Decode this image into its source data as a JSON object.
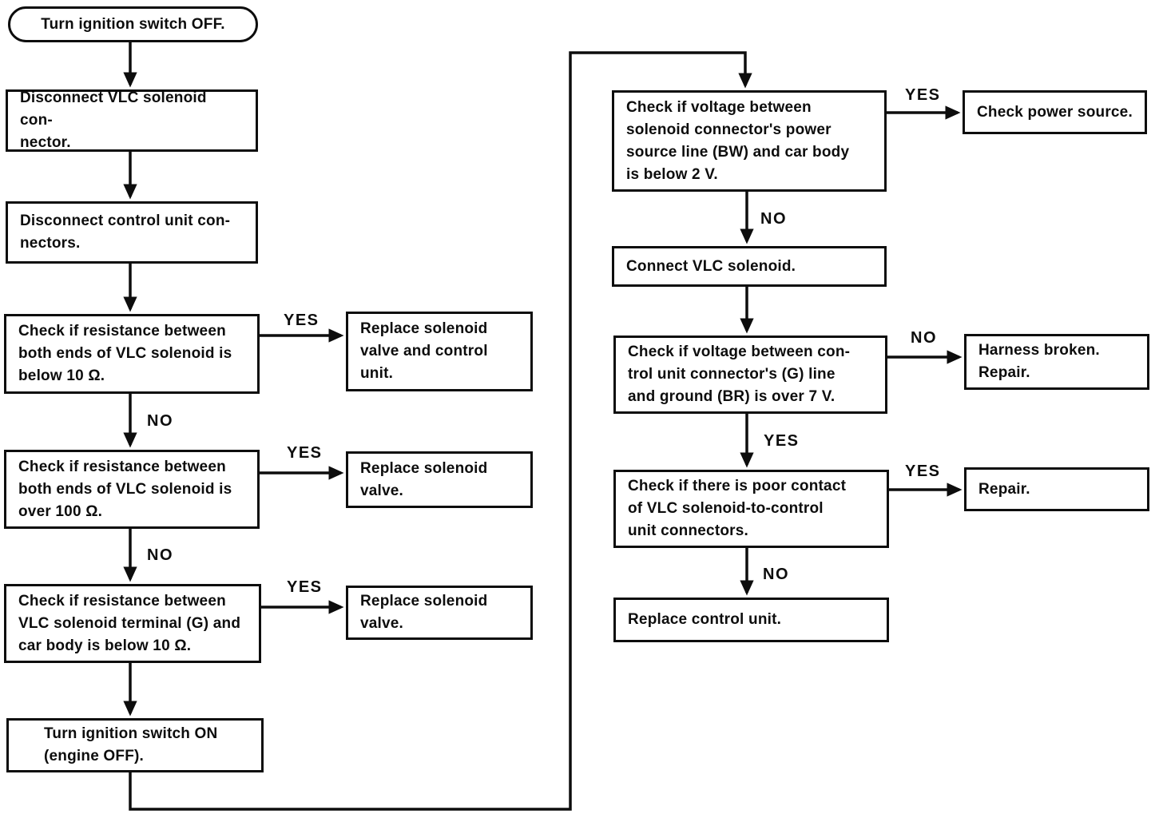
{
  "diagram": {
    "type": "flowchart",
    "colors": {
      "background": "#ffffff",
      "line": "#0d0d0d",
      "text": "#0d0d0d"
    },
    "nodes": [
      {
        "id": "start",
        "shape": "terminator",
        "text": "Turn ignition switch OFF."
      },
      {
        "id": "disconnect-solenoid",
        "shape": "process",
        "text": "Disconnect VLC solenoid con-\nnector."
      },
      {
        "id": "disconnect-control-unit",
        "shape": "process",
        "text": "Disconnect control unit con-\nnectors."
      },
      {
        "id": "check-resistance-below-10",
        "shape": "decision",
        "text": "Check if resistance between\nboth ends of VLC solenoid is\nbelow 10 Ω."
      },
      {
        "id": "replace-valve-and-control-unit",
        "shape": "process",
        "text": "Replace solenoid\nvalve and control\nunit."
      },
      {
        "id": "check-resistance-over-100",
        "shape": "decision",
        "text": "Check if resistance between\nboth ends of VLC solenoid is\nover 100 Ω."
      },
      {
        "id": "replace-valve-1",
        "shape": "process",
        "text": "Replace solenoid\nvalve."
      },
      {
        "id": "check-resistance-terminal-g",
        "shape": "decision",
        "text": "Check if resistance between\nVLC solenoid terminal (G) and\ncar body is below 10 Ω."
      },
      {
        "id": "replace-valve-2",
        "shape": "process",
        "text": "Replace solenoid\nvalve."
      },
      {
        "id": "ignition-on",
        "shape": "process",
        "text": "Turn ignition switch ON\n(engine OFF)."
      },
      {
        "id": "check-voltage-power-source",
        "shape": "decision",
        "text": "Check if voltage between\nsolenoid connector's power\nsource line (BW) and car body\nis below 2 V."
      },
      {
        "id": "check-power-source",
        "shape": "process",
        "text": "Check power source."
      },
      {
        "id": "connect-solenoid",
        "shape": "process",
        "text": "Connect VLC solenoid."
      },
      {
        "id": "check-voltage-control-unit",
        "shape": "decision",
        "text": "Check if voltage between con-\ntrol unit connector's (G) line\nand ground (BR) is over 7 V."
      },
      {
        "id": "harness-broken",
        "shape": "process",
        "text": "Harness broken.\nRepair."
      },
      {
        "id": "check-poor-contact",
        "shape": "decision",
        "text": "Check if there is poor contact\nof VLC solenoid-to-control\nunit connectors."
      },
      {
        "id": "repair",
        "shape": "process",
        "text": "Repair."
      },
      {
        "id": "replace-control-unit",
        "shape": "process",
        "text": "Replace control unit."
      }
    ],
    "edge_labels": [
      {
        "text": "YES"
      },
      {
        "text": "NO"
      },
      {
        "text": "YES"
      },
      {
        "text": "NO"
      },
      {
        "text": "YES"
      },
      {
        "text": "YES"
      },
      {
        "text": "NO"
      },
      {
        "text": "NO"
      },
      {
        "text": "YES"
      },
      {
        "text": "YES"
      },
      {
        "text": "NO"
      }
    ],
    "edges": [
      {
        "from": "start",
        "to": "disconnect-solenoid",
        "label": ""
      },
      {
        "from": "disconnect-solenoid",
        "to": "disconnect-control-unit",
        "label": ""
      },
      {
        "from": "disconnect-control-unit",
        "to": "check-resistance-below-10",
        "label": ""
      },
      {
        "from": "check-resistance-below-10",
        "to": "replace-valve-and-control-unit",
        "label": "YES"
      },
      {
        "from": "check-resistance-below-10",
        "to": "check-resistance-over-100",
        "label": "NO"
      },
      {
        "from": "check-resistance-over-100",
        "to": "replace-valve-1",
        "label": "YES"
      },
      {
        "from": "check-resistance-over-100",
        "to": "check-resistance-terminal-g",
        "label": "NO"
      },
      {
        "from": "check-resistance-terminal-g",
        "to": "replace-valve-2",
        "label": "YES"
      },
      {
        "from": "check-resistance-terminal-g",
        "to": "ignition-on",
        "label": ""
      },
      {
        "from": "ignition-on",
        "to": "check-voltage-power-source",
        "label": ""
      },
      {
        "from": "check-voltage-power-source",
        "to": "check-power-source",
        "label": "YES"
      },
      {
        "from": "check-voltage-power-source",
        "to": "connect-solenoid",
        "label": "NO"
      },
      {
        "from": "connect-solenoid",
        "to": "check-voltage-control-unit",
        "label": ""
      },
      {
        "from": "check-voltage-control-unit",
        "to": "harness-broken",
        "label": "NO"
      },
      {
        "from": "check-voltage-control-unit",
        "to": "check-poor-contact",
        "label": "YES"
      },
      {
        "from": "check-poor-contact",
        "to": "repair",
        "label": "YES"
      },
      {
        "from": "check-poor-contact",
        "to": "replace-control-unit",
        "label": "NO"
      }
    ]
  }
}
